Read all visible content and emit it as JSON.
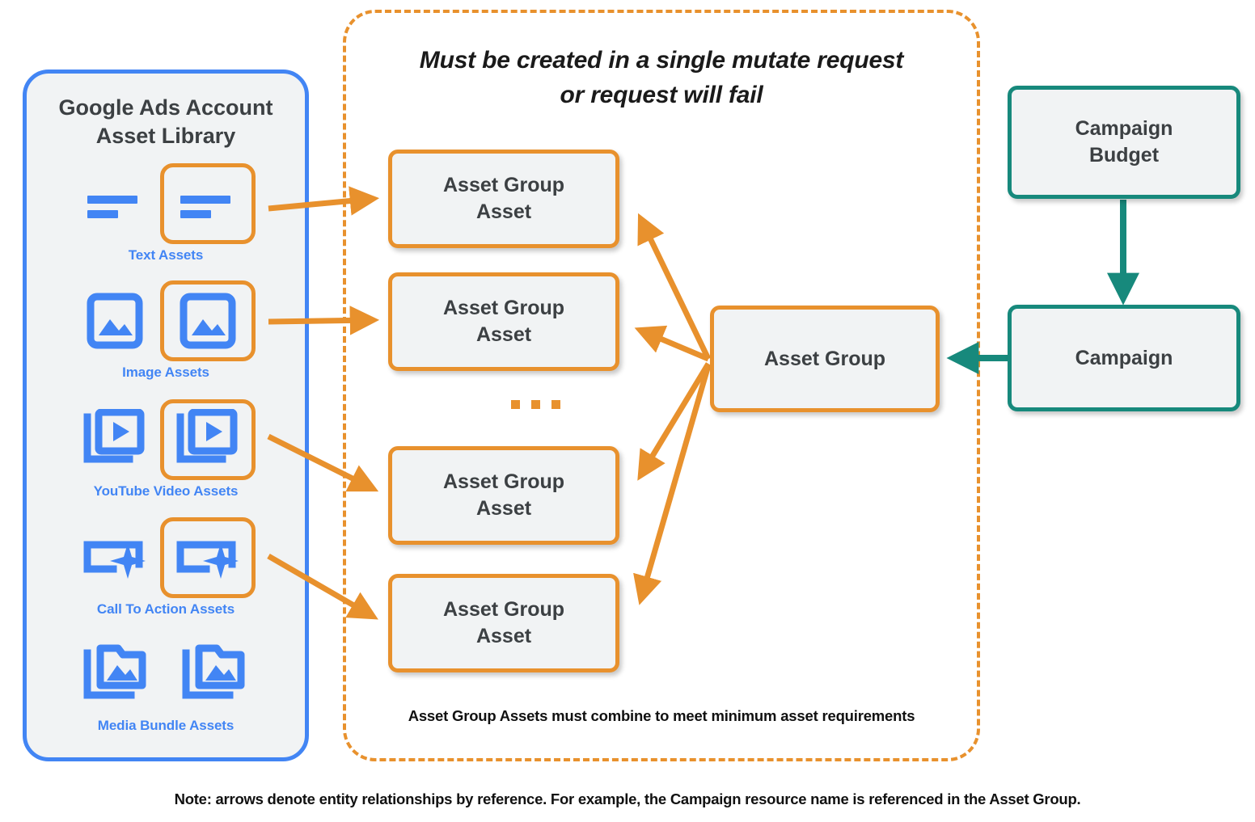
{
  "library": {
    "title": "Google Ads Account\nAsset Library",
    "title_line1": "Google Ads Account",
    "title_line2": "Asset Library",
    "accent_color": "#4285F4",
    "items": [
      {
        "label": "Text Assets",
        "icon": "text-asset-icon",
        "highlighted": true
      },
      {
        "label": "Image Assets",
        "icon": "image-asset-icon",
        "highlighted": true
      },
      {
        "label": "YouTube Video  Assets",
        "icon": "video-asset-icon",
        "highlighted": true
      },
      {
        "label": "Call To Action Assets",
        "icon": "call-to-action-asset-icon",
        "highlighted": true
      },
      {
        "label": "Media Bundle  Assets",
        "icon": "media-bundle-asset-icon",
        "highlighted": false
      }
    ]
  },
  "mutate_zone": {
    "title_line1": "Must be created in a single mutate request",
    "title_line2": "or request will fail",
    "footnote": "Asset Group Assets must combine to meet minimum asset requirements",
    "accent_color": "#E8912D",
    "asset_group_assets": [
      {
        "label_line1": "Asset Group",
        "label_line2": "Asset"
      },
      {
        "label_line1": "Asset Group",
        "label_line2": "Asset"
      },
      {
        "label_line1": "Asset Group",
        "label_line2": "Asset"
      },
      {
        "label_line1": "Asset Group",
        "label_line2": "Asset"
      }
    ],
    "ellipsis": "...",
    "asset_group": {
      "label": "Asset Group"
    }
  },
  "campaign_side": {
    "accent_color": "#17897C",
    "campaign_budget": {
      "label_line1": "Campaign",
      "label_line2": "Budget"
    },
    "campaign": {
      "label": "Campaign"
    }
  },
  "page_note": "Note: arrows denote entity relationships by reference. For example, the Campaign resource name is referenced in the Asset Group.",
  "colors": {
    "orange": "#E8912D",
    "teal": "#17897C",
    "blue": "#4285F4",
    "node_fill": "#F1F3F4",
    "text_dark": "#3C4043"
  }
}
